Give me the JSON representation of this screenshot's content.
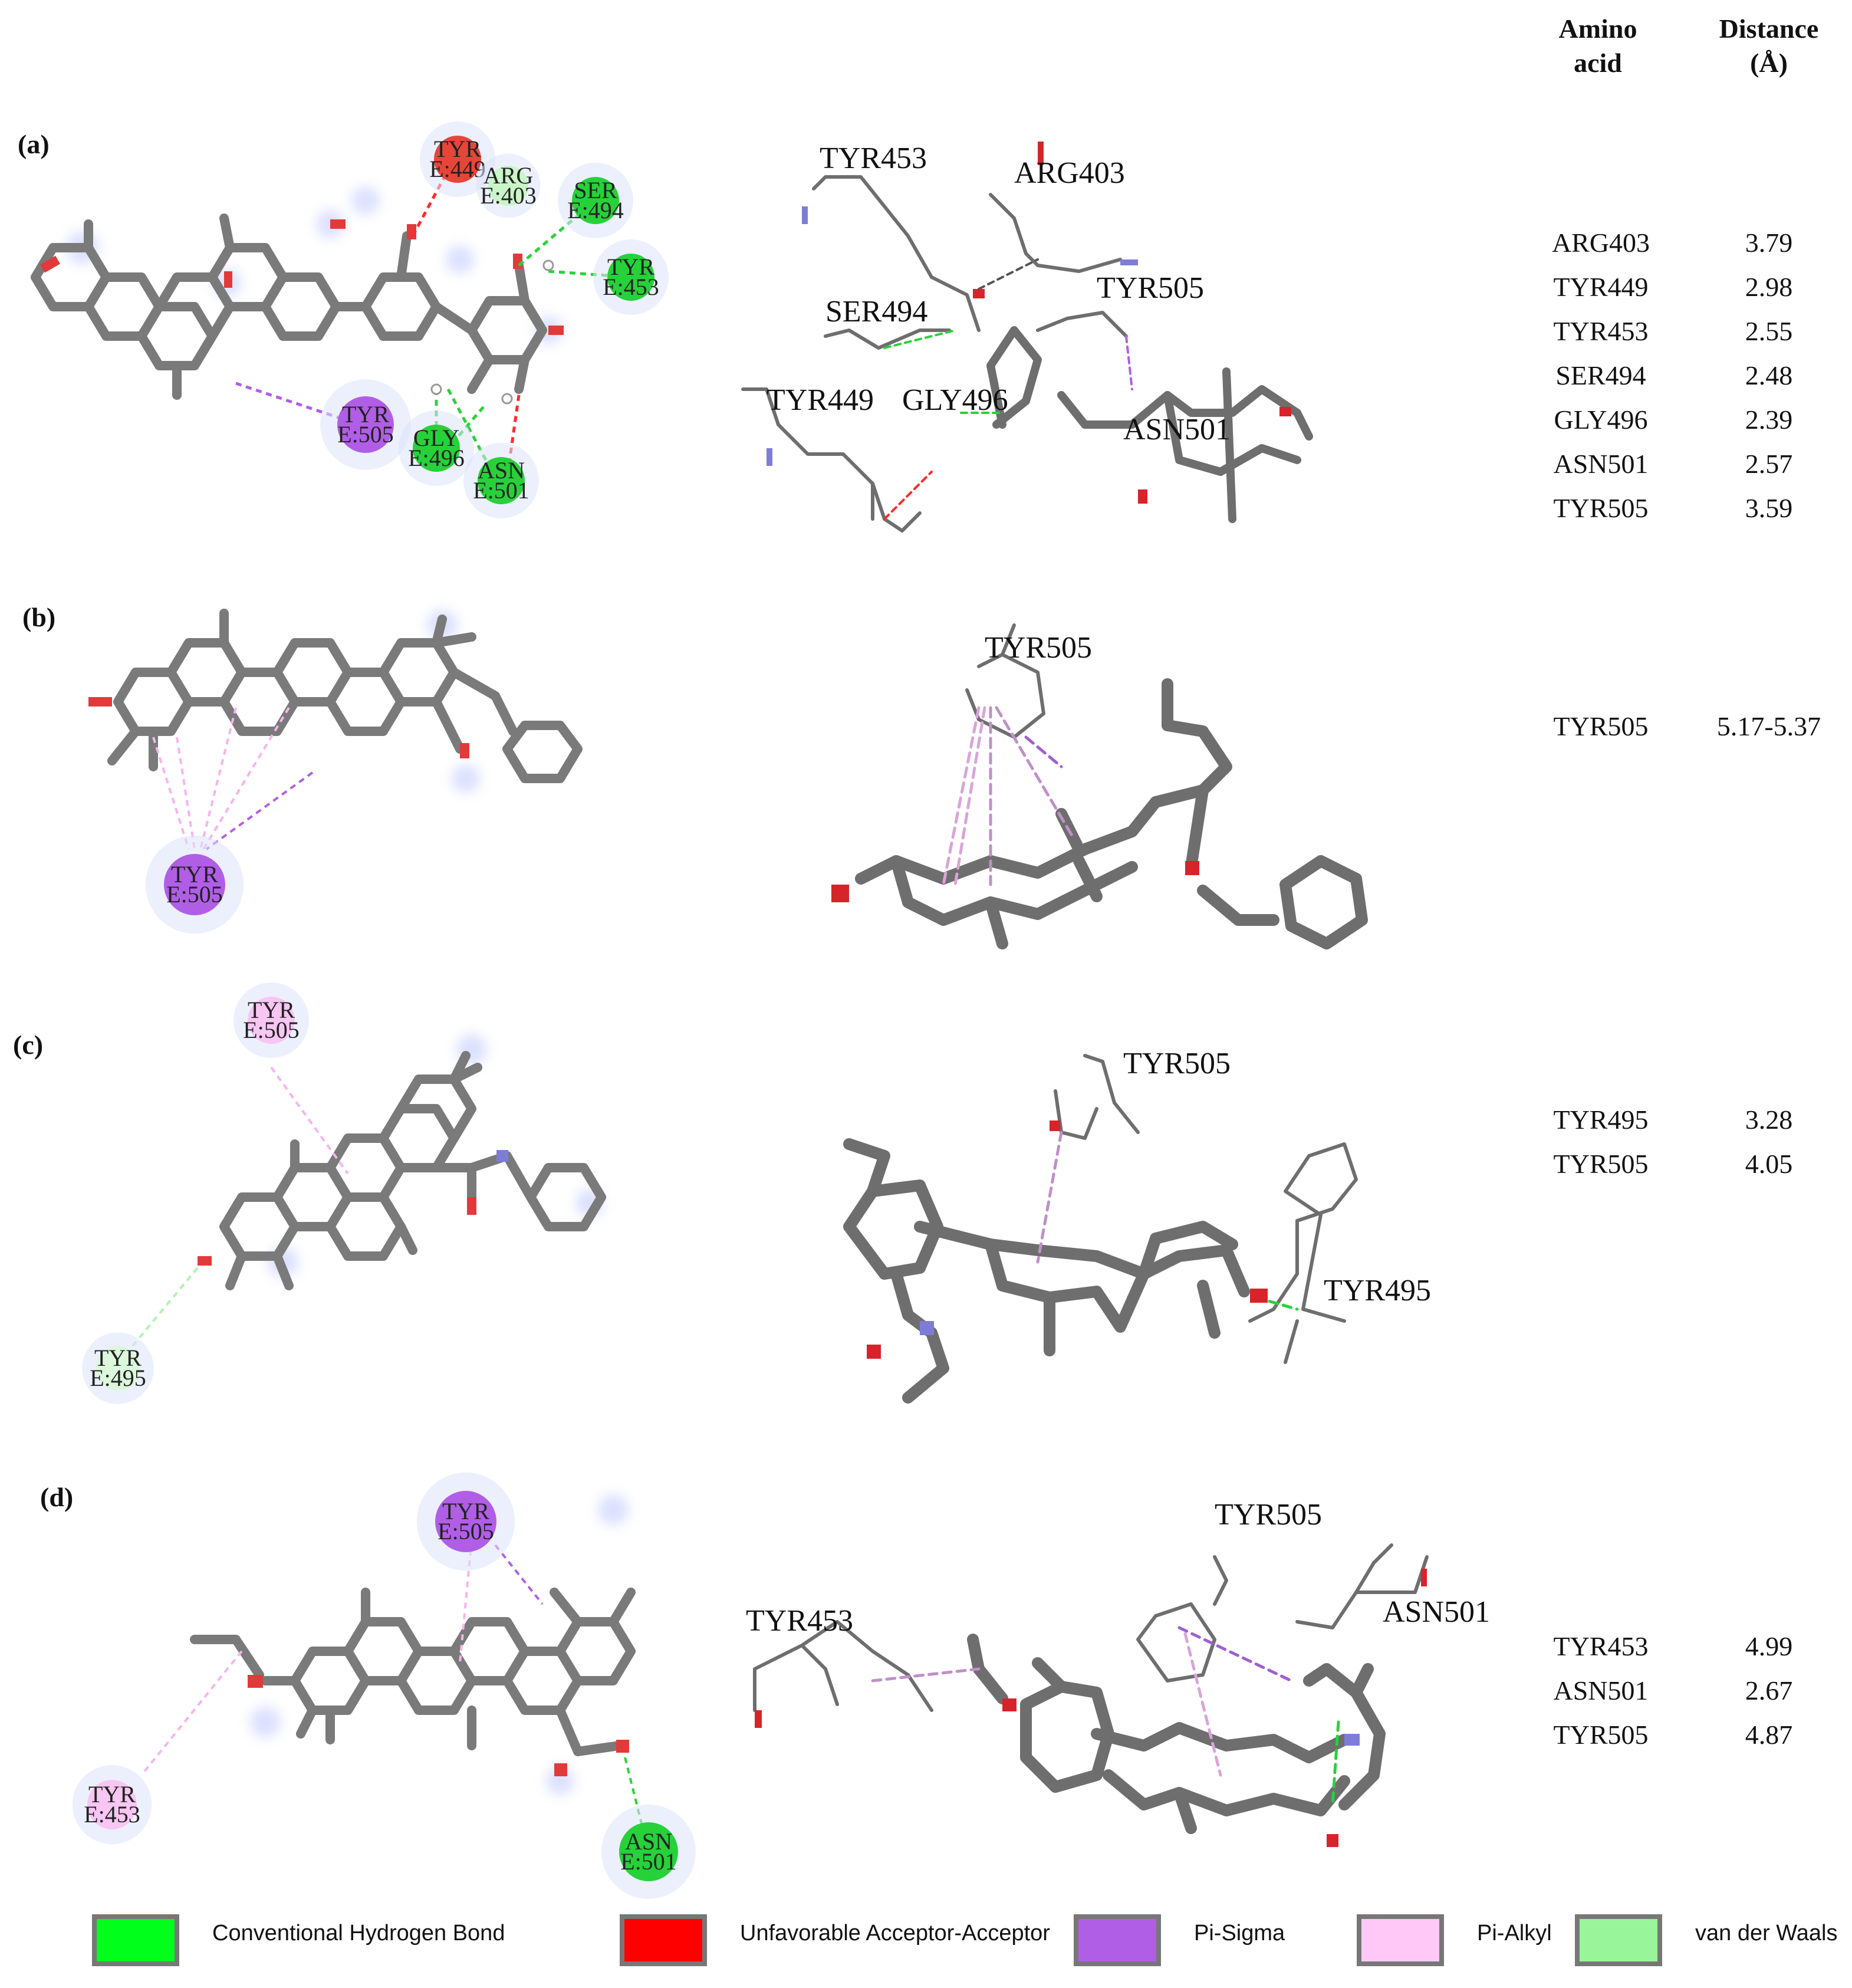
{
  "table": {
    "header_amino": [
      "Amino",
      "acid"
    ],
    "header_distance": [
      "Distance",
      "(Å)"
    ]
  },
  "panels": [
    {
      "label": "(a)",
      "residues_2d": [
        {
          "name": "TYR",
          "chain": "E:449",
          "color": "#e8453a"
        },
        {
          "name": "ARG",
          "chain": "E:403",
          "color": "#c9f5c9"
        },
        {
          "name": "SER",
          "chain": "E:494",
          "color": "#27d13a"
        },
        {
          "name": "TYR",
          "chain": "E:453",
          "color": "#27d13a"
        },
        {
          "name": "TYR",
          "chain": "E:505",
          "color": "#b15ee6"
        },
        {
          "name": "GLY",
          "chain": "E:496",
          "color": "#27d13a"
        },
        {
          "name": "ASN",
          "chain": "E:501",
          "color": "#27d13a"
        }
      ],
      "labels_3d": [
        "TYR453",
        "ARG403",
        "TYR505",
        "SER494",
        "TYR449",
        "GLY496",
        "ASN501"
      ],
      "rows": [
        {
          "amino": "ARG403",
          "distance": "3.79"
        },
        {
          "amino": "TYR449",
          "distance": "2.98"
        },
        {
          "amino": "TYR453",
          "distance": "2.55"
        },
        {
          "amino": "SER494",
          "distance": "2.48"
        },
        {
          "amino": "GLY496",
          "distance": "2.39"
        },
        {
          "amino": "ASN501",
          "distance": "2.57"
        },
        {
          "amino": "TYR505",
          "distance": "3.59"
        }
      ]
    },
    {
      "label": "(b)",
      "residues_2d": [
        {
          "name": "TYR",
          "chain": "E:505",
          "color": "#b15ee6"
        }
      ],
      "labels_3d": [
        "TYR505"
      ],
      "rows": [
        {
          "amino": "TYR505",
          "distance": "5.17-5.37"
        }
      ]
    },
    {
      "label": "(c)",
      "residues_2d": [
        {
          "name": "TYR",
          "chain": "E:505",
          "color": "#f7c6f2"
        },
        {
          "name": "TYR",
          "chain": "E:495",
          "color": "#dcf7dc"
        }
      ],
      "labels_3d": [
        "TYR505",
        "TYR495"
      ],
      "rows": [
        {
          "amino": "TYR495",
          "distance": "3.28"
        },
        {
          "amino": "TYR505",
          "distance": "4.05"
        }
      ]
    },
    {
      "label": "(d)",
      "residues_2d": [
        {
          "name": "TYR",
          "chain": "E:505",
          "color": "#b15ee6"
        },
        {
          "name": "TYR",
          "chain": "E:453",
          "color": "#f7c6f2"
        },
        {
          "name": "ASN",
          "chain": "E:501",
          "color": "#27d13a"
        }
      ],
      "labels_3d": [
        "TYR505",
        "TYR453",
        "ASN501"
      ],
      "rows": [
        {
          "amino": "TYR453",
          "distance": "4.99"
        },
        {
          "amino": "ASN501",
          "distance": "2.67"
        },
        {
          "amino": "TYR505",
          "distance": "4.87"
        }
      ]
    }
  ],
  "legend": [
    {
      "label": "Conventional Hydrogen Bond",
      "color": "#00ff1a"
    },
    {
      "label": "Unfavorable Acceptor-Acceptor",
      "color": "#ff0000"
    },
    {
      "label": "Pi-Sigma",
      "color": "#b15ee6"
    },
    {
      "label": "Pi-Alkyl",
      "color": "#ffc8f6"
    },
    {
      "label": "van der Waals",
      "color": "#99f59a"
    }
  ]
}
